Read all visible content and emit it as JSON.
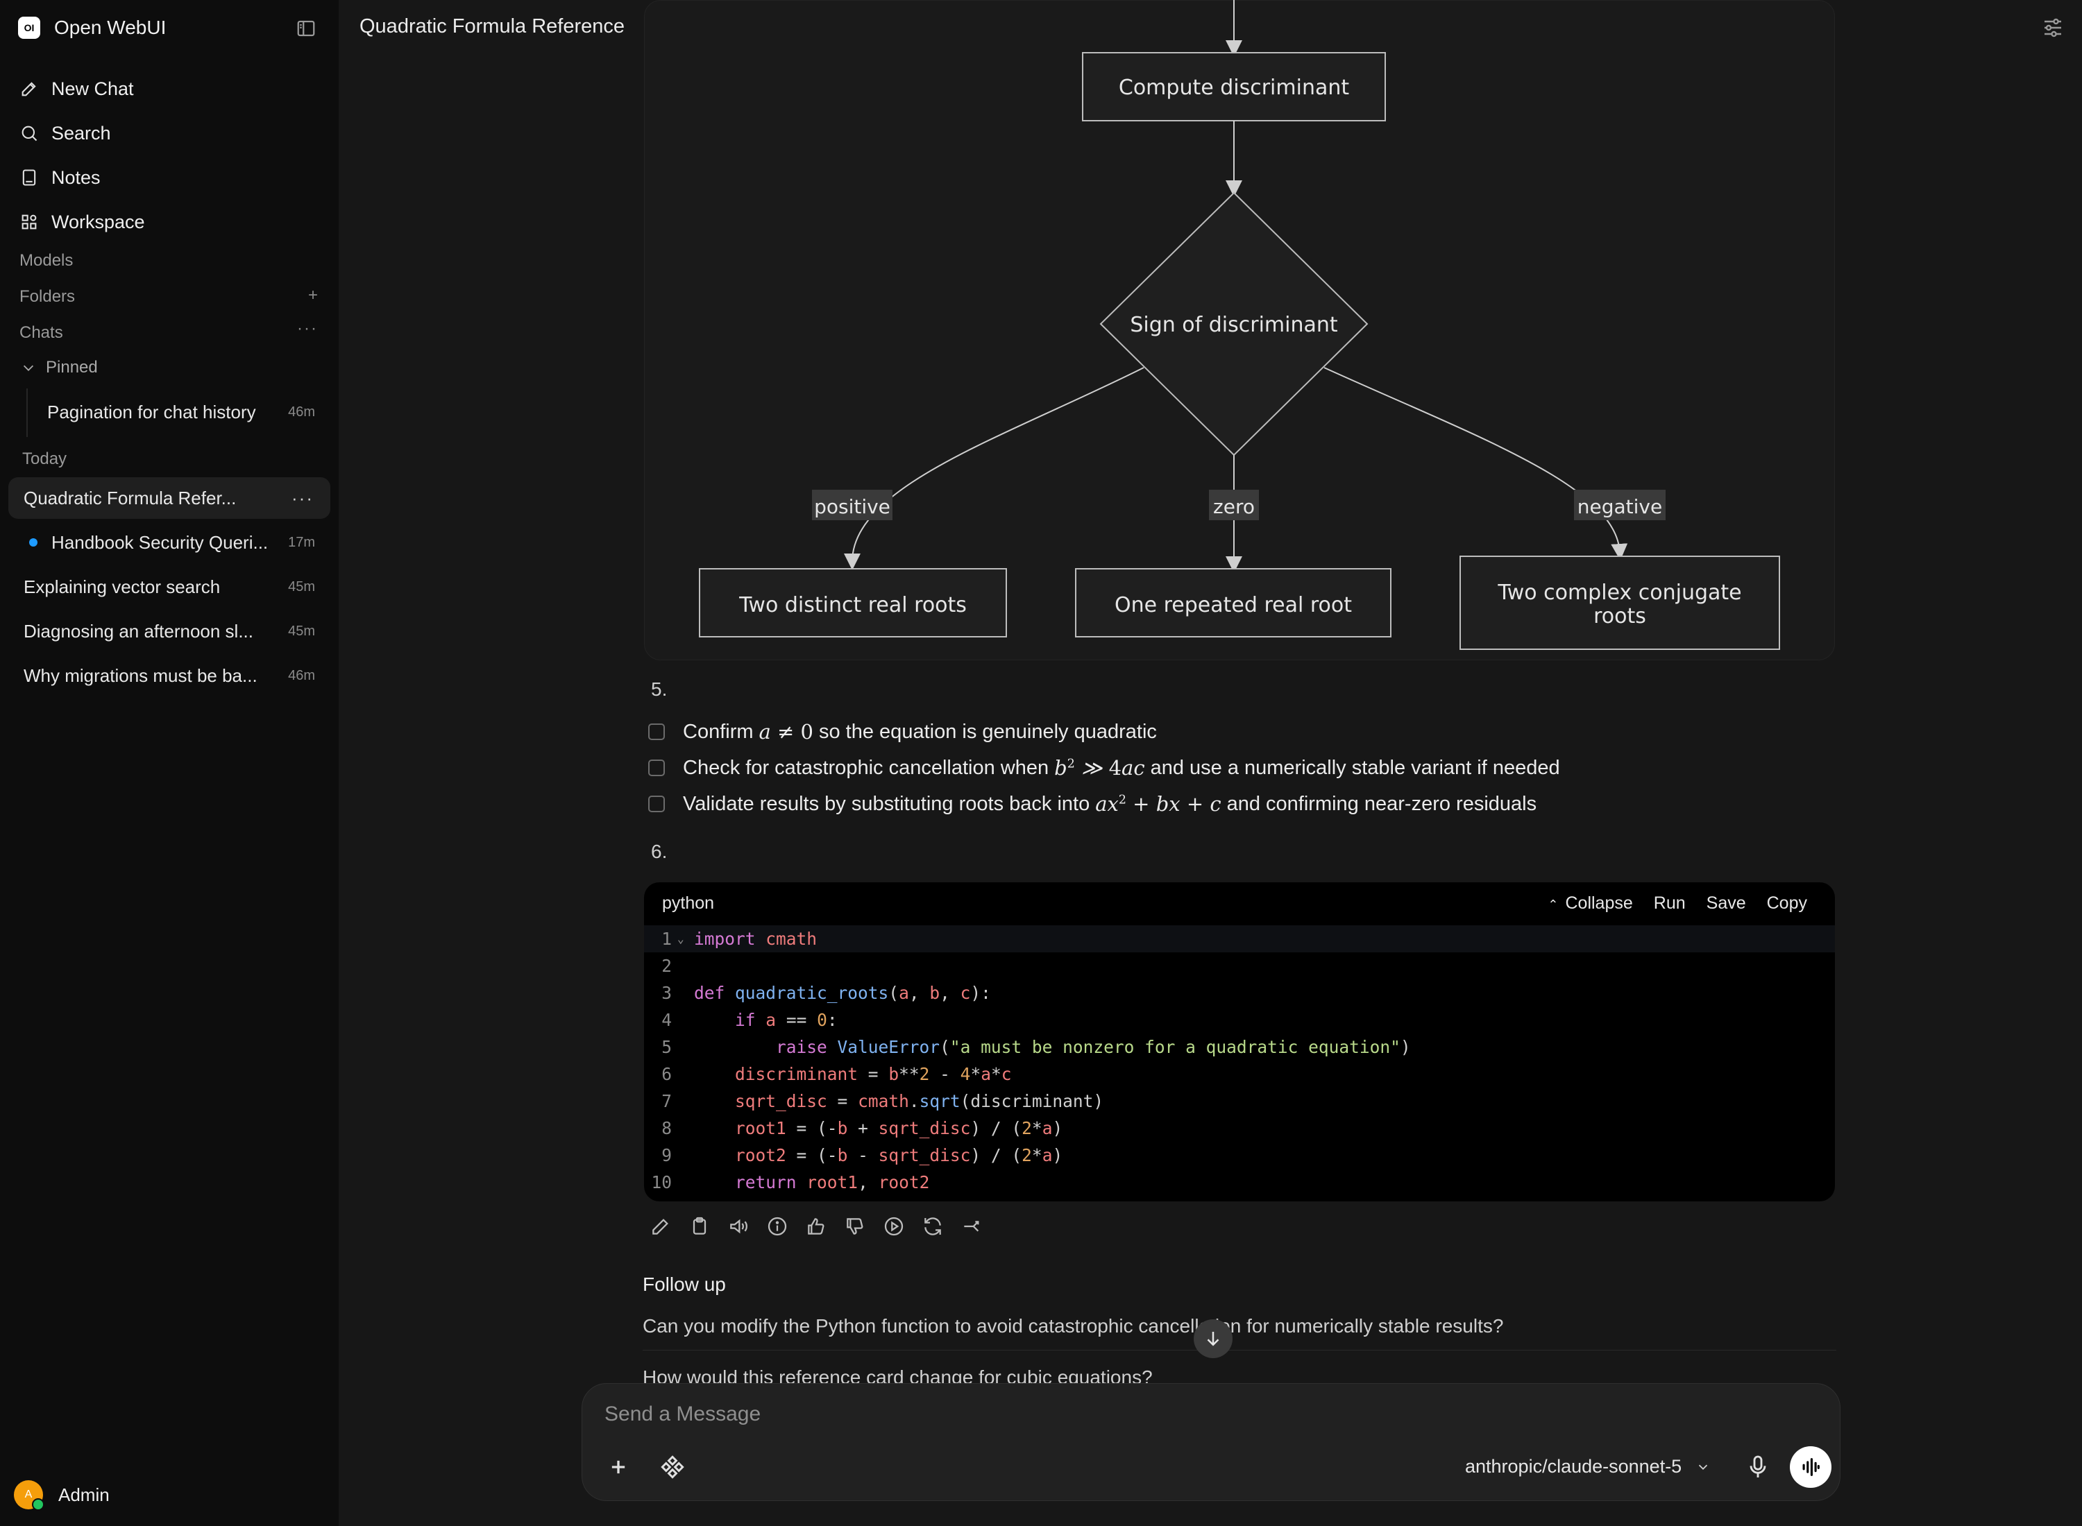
{
  "sidebar": {
    "brand": {
      "logo": "OI",
      "name": "Open WebUI"
    },
    "nav": [
      {
        "label": "New Chat",
        "icon": "pencil-icon"
      },
      {
        "label": "Search",
        "icon": "search-icon"
      },
      {
        "label": "Notes",
        "icon": "notes-icon"
      },
      {
        "label": "Workspace",
        "icon": "workspace-icon"
      }
    ],
    "sections": {
      "models": "Models",
      "folders": "Folders",
      "chats": "Chats",
      "pinned": "Pinned",
      "today": "Today"
    },
    "pinned_chats": [
      {
        "title": "Pagination for chat history",
        "age": "46m"
      }
    ],
    "chats": [
      {
        "title": "Quadratic Formula Refer...",
        "age": ""
      },
      {
        "title": "Handbook Security Queri...",
        "age": "17m"
      },
      {
        "title": "Explaining vector search",
        "age": "45m"
      },
      {
        "title": "Diagnosing an afternoon sl...",
        "age": "45m"
      },
      {
        "title": "Why migrations must be ba...",
        "age": "46m"
      }
    ],
    "user": {
      "initial": "A",
      "name": "Admin"
    }
  },
  "header": {
    "title": "Quadratic Formula Reference"
  },
  "flowchart": {
    "compute": "Compute discriminant",
    "decision": "Sign of discriminant",
    "edge_positive": "positive",
    "edge_zero": "zero",
    "edge_negative": "negative",
    "out_positive": "Two distinct real roots",
    "out_zero": "One repeated real root",
    "out_negative_1": "Two complex conjugate",
    "out_negative_2": "roots"
  },
  "steps": {
    "five": "5.",
    "six": "6."
  },
  "checklist": [
    {
      "pre": "Confirm",
      "post": "so the equation is genuinely quadratic"
    },
    {
      "pre": "Check for catastrophic cancellation when",
      "post": "and use a numerically stable variant if needed"
    },
    {
      "pre": "Validate results by substituting roots back into",
      "post": "and confirming near-zero residuals"
    }
  ],
  "code": {
    "language": "python",
    "actions": {
      "collapse": "Collapse",
      "run": "Run",
      "save": "Save",
      "copy": "Copy"
    },
    "line_numbers": [
      "1",
      "2",
      "3",
      "4",
      "5",
      "6",
      "7",
      "8",
      "9",
      "10"
    ]
  },
  "followup": {
    "label": "Follow up",
    "questions": [
      "Can you modify the Python function to avoid catastrophic cancellation for numerically stable results?",
      "How would this reference card change for cubic equations?"
    ]
  },
  "composer": {
    "placeholder": "Send a Message",
    "model": "anthropic/claude-sonnet-5"
  }
}
